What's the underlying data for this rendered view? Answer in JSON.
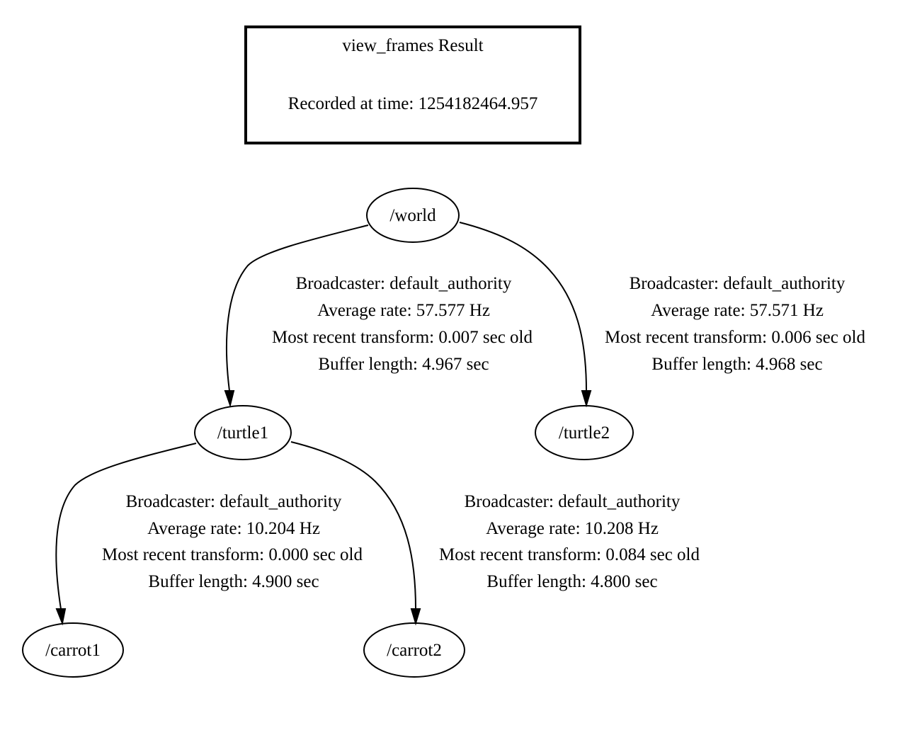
{
  "header": {
    "title": "view_frames Result",
    "recorded": "Recorded at time: 1254182464.957"
  },
  "nodes": [
    {
      "id": "world",
      "label": "/world"
    },
    {
      "id": "turtle1",
      "label": "/turtle1"
    },
    {
      "id": "turtle2",
      "label": "/turtle2"
    },
    {
      "id": "carrot1",
      "label": "/carrot1"
    },
    {
      "id": "carrot2",
      "label": "/carrot2"
    }
  ],
  "edges": [
    {
      "from": "world",
      "to": "turtle1",
      "lines": [
        "Broadcaster: default_authority",
        "Average rate: 57.577 Hz",
        "Most recent transform: 0.007 sec old",
        "Buffer length: 4.967 sec"
      ]
    },
    {
      "from": "world",
      "to": "turtle2",
      "lines": [
        "Broadcaster: default_authority",
        "Average rate: 57.571 Hz",
        "Most recent transform: 0.006 sec old",
        "Buffer length: 4.968 sec"
      ]
    },
    {
      "from": "turtle1",
      "to": "carrot1",
      "lines": [
        "Broadcaster: default_authority",
        "Average rate: 10.204 Hz",
        "Most recent transform: 0.000 sec old",
        "Buffer length: 4.900 sec"
      ]
    },
    {
      "from": "turtle1",
      "to": "carrot2",
      "lines": [
        "Broadcaster: default_authority",
        "Average rate: 10.208 Hz",
        "Most recent transform: 0.084 sec old",
        "Buffer length: 4.800 sec"
      ]
    }
  ]
}
